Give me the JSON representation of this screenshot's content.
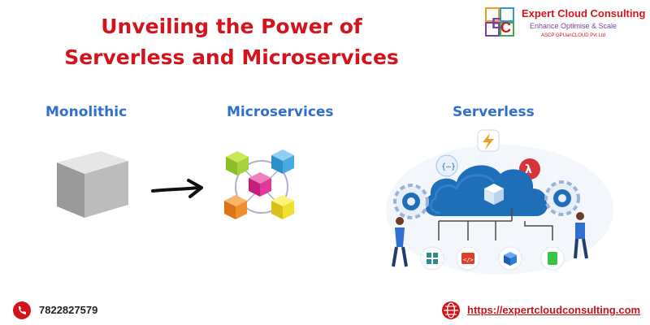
{
  "header": {
    "title_line1": "Unveiling the Power of",
    "title_line2": "Serverless and Microservices"
  },
  "brand": {
    "name": "Expert Cloud Consulting",
    "tagline": "Enhance Optimise & Scale",
    "company": "ASCP GPUanCLOUD Pvt Ltd",
    "logo_letters": "EC"
  },
  "sections": {
    "monolithic": "Monolithic",
    "microservices": "Microservices",
    "serverless": "Serverless"
  },
  "footer": {
    "phone": "7822827579",
    "website": "https://expertcloudconsulting.com"
  },
  "colors": {
    "title": "#d4141c",
    "section_label": "#2f6fd0",
    "cloud": "#1f6fb8",
    "accent_red": "#c0151d"
  }
}
